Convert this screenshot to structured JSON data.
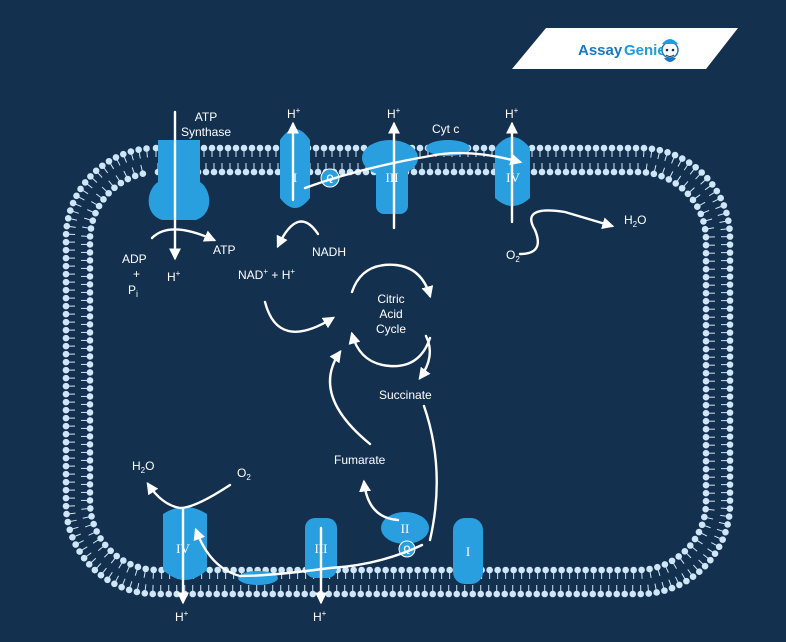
{
  "brand": {
    "name_part1": "Assay",
    "name_part2": "Genie"
  },
  "colors": {
    "background": "#13304f",
    "membrane_head": "#cfe6f8",
    "protein": "#2a9fe0",
    "arrow": "#ffffff",
    "brand_blue": "#1a78c2"
  },
  "labels": {
    "atp_synthase_line1": "ATP",
    "atp_synthase_line2": "Synthase",
    "atp": "ATP",
    "adp": "ADP",
    "plus": "+",
    "pi_main": "P",
    "pi_sub": "i",
    "h_top_synthase": "H",
    "h_top_I": "H",
    "h_top_III": "H",
    "h_top_IV": "H",
    "h_bottom_IV": "H",
    "h_bottom_III": "H",
    "h_sup": "+",
    "cyt_c": "Cyt c",
    "h2o_main": "H",
    "h2o_sub": "2",
    "h2o_tail": "O",
    "o2_main": "O",
    "o2_sub": "2",
    "nadh": "NADH",
    "nad_main": "NAD",
    "nad_sup": "+",
    "nad_tail": " + H",
    "nad_tail_sup": "+",
    "cac_line1": "Citric",
    "cac_line2": "Acid",
    "cac_line3": "Cycle",
    "succinate": "Succinate",
    "fumarate": "Fumarate"
  },
  "complexes": {
    "top_I": "I",
    "top_III": "III",
    "top_IV": "IV",
    "top_Q": "Q",
    "bottom_IV": "IV",
    "bottom_III": "III",
    "bottom_II": "II",
    "bottom_Q": "Q",
    "bottom_I": "I"
  }
}
